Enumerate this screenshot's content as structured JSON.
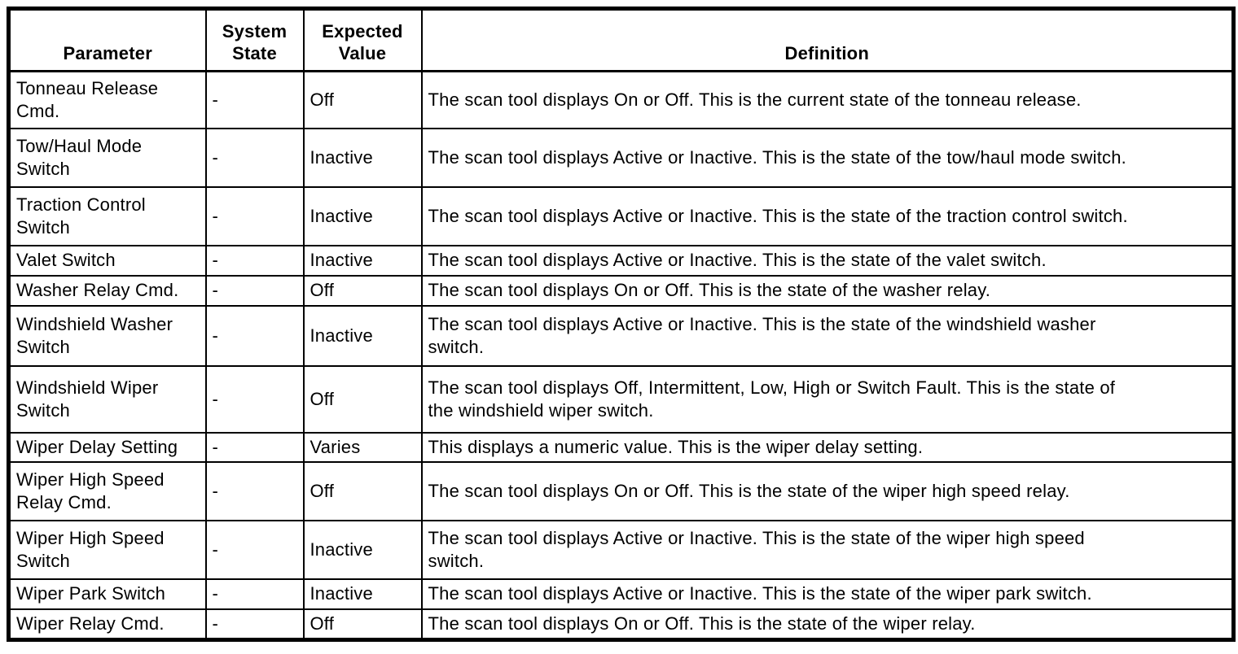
{
  "table": {
    "headers": [
      "Parameter",
      "System State",
      "Expected Value",
      "Definition"
    ],
    "rows": [
      {
        "parameter": "Tonneau Release Cmd.",
        "system_state": "-",
        "expected_value": "Off",
        "definition": "The scan tool displays On or Off. This is the current state of the tonneau release."
      },
      {
        "parameter": "Tow/Haul Mode Switch",
        "system_state": "-",
        "expected_value": "Inactive",
        "definition": "The scan tool displays Active or Inactive. This is the state of the tow/haul mode switch."
      },
      {
        "parameter": "Traction Control Switch",
        "system_state": "-",
        "expected_value": "Inactive",
        "definition": "The scan tool displays Active or Inactive. This is the state of the traction control switch."
      },
      {
        "parameter": "Valet Switch",
        "system_state": "-",
        "expected_value": "Inactive",
        "definition": "The scan tool displays Active or Inactive. This is the state of the valet switch."
      },
      {
        "parameter": "Washer Relay Cmd.",
        "system_state": "-",
        "expected_value": "Off",
        "definition": "The scan tool displays On or Off. This is the state of the washer relay."
      },
      {
        "parameter": "Windshield Washer Switch",
        "system_state": "-",
        "expected_value": "Inactive",
        "definition": "The scan tool displays Active or Inactive. This is the state of the windshield washer switch."
      },
      {
        "parameter": "Windshield Wiper Switch",
        "system_state": "-",
        "expected_value": "Off",
        "definition": "The scan tool displays Off, Intermittent, Low, High or Switch Fault. This is the state of the windshield wiper switch."
      },
      {
        "parameter": "Wiper Delay Setting",
        "system_state": "-",
        "expected_value": "Varies",
        "definition": "This displays a numeric value. This is the wiper delay setting."
      },
      {
        "parameter": "Wiper High Speed Relay Cmd.",
        "system_state": "-",
        "expected_value": "Off",
        "definition": "The scan tool displays On or Off. This is the state of the wiper high speed relay."
      },
      {
        "parameter": "Wiper High Speed Switch",
        "system_state": "-",
        "expected_value": "Inactive",
        "definition": "The scan tool displays Active or Inactive. This is the state of the wiper high speed switch."
      },
      {
        "parameter": "Wiper Park Switch",
        "system_state": "-",
        "expected_value": "Inactive",
        "definition": "The scan tool displays Active or Inactive. This is the state of the wiper park switch."
      },
      {
        "parameter": "Wiper Relay Cmd.",
        "system_state": "-",
        "expected_value": "Off",
        "definition": "The scan tool displays On or Off. This is the state of the wiper relay."
      }
    ]
  }
}
